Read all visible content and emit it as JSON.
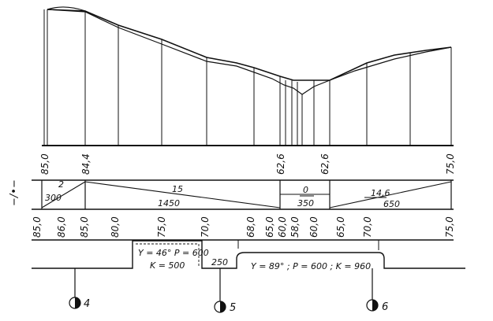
{
  "ground_elevations": [
    "85,0",
    "84,4",
    "62,6",
    "62,6",
    "75,0"
  ],
  "grades": [
    {
      "top": "2",
      "bottom": "300"
    },
    {
      "top": "15",
      "bottom": "1450"
    },
    {
      "top": "0",
      "bottom": "350"
    },
    {
      "top": "14,6",
      "bottom": "650"
    }
  ],
  "side_mark": "−/•−",
  "design_elevations": [
    "85,0",
    "86,0",
    "85,0",
    "80,0",
    "75,0",
    "70,0",
    "68,0",
    "65,0",
    "60,0",
    "58,0",
    "60,0",
    "65,0",
    "70,0",
    "75,0"
  ],
  "curves": [
    {
      "line1": "Y = 46° P = 600",
      "line2": "K = 500"
    },
    {
      "line1": "Y = 89° ; P = 600 ; K = 960",
      "line2": ""
    }
  ],
  "straight_length": "250",
  "benchmarks": [
    "4",
    "5",
    "6"
  ]
}
